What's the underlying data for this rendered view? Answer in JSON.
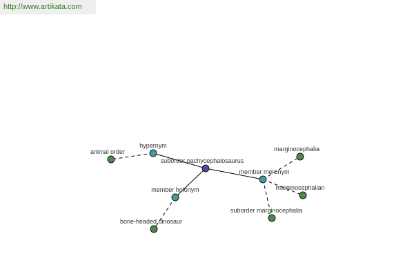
{
  "site_url": "http://www.artikata.com",
  "colors": {
    "center_node": "#4a4aa8",
    "relation_node": "#4a9a9a",
    "leaf_node": "#4a8a4a",
    "node_stroke": "#1a1a1a",
    "edge": "#000000",
    "url_text": "#2e7d1a"
  },
  "graph": {
    "nodes": [
      {
        "id": "center",
        "label": "suborder pachycephalosaurus",
        "kind": "center"
      },
      {
        "id": "hypernym",
        "label": "hypernym",
        "kind": "relation"
      },
      {
        "id": "member-holonym",
        "label": "member holonym",
        "kind": "relation"
      },
      {
        "id": "member-meronym",
        "label": "member meronym",
        "kind": "relation"
      },
      {
        "id": "animal-order",
        "label": "animal order",
        "kind": "leaf"
      },
      {
        "id": "bone-headed-dinosaur",
        "label": "bone-headed dinosaur",
        "kind": "leaf"
      },
      {
        "id": "marginocephalia",
        "label": "marginocephalia",
        "kind": "leaf"
      },
      {
        "id": "marginocephalian",
        "label": "marginocephalian",
        "kind": "leaf"
      },
      {
        "id": "suborder-marginocephalia",
        "label": "suborder marginocephalia",
        "kind": "leaf"
      }
    ],
    "edges": [
      {
        "from": "center",
        "to": "hypernym",
        "style": "solid"
      },
      {
        "from": "center",
        "to": "member-holonym",
        "style": "solid"
      },
      {
        "from": "center",
        "to": "member-meronym",
        "style": "solid"
      },
      {
        "from": "hypernym",
        "to": "animal-order",
        "style": "dashed"
      },
      {
        "from": "member-holonym",
        "to": "bone-headed-dinosaur",
        "style": "dashed"
      },
      {
        "from": "member-meronym",
        "to": "marginocephalia",
        "style": "dashed"
      },
      {
        "from": "member-meronym",
        "to": "marginocephalian",
        "style": "dashed"
      },
      {
        "from": "member-meronym",
        "to": "suborder-marginocephalia",
        "style": "dashed"
      }
    ]
  }
}
